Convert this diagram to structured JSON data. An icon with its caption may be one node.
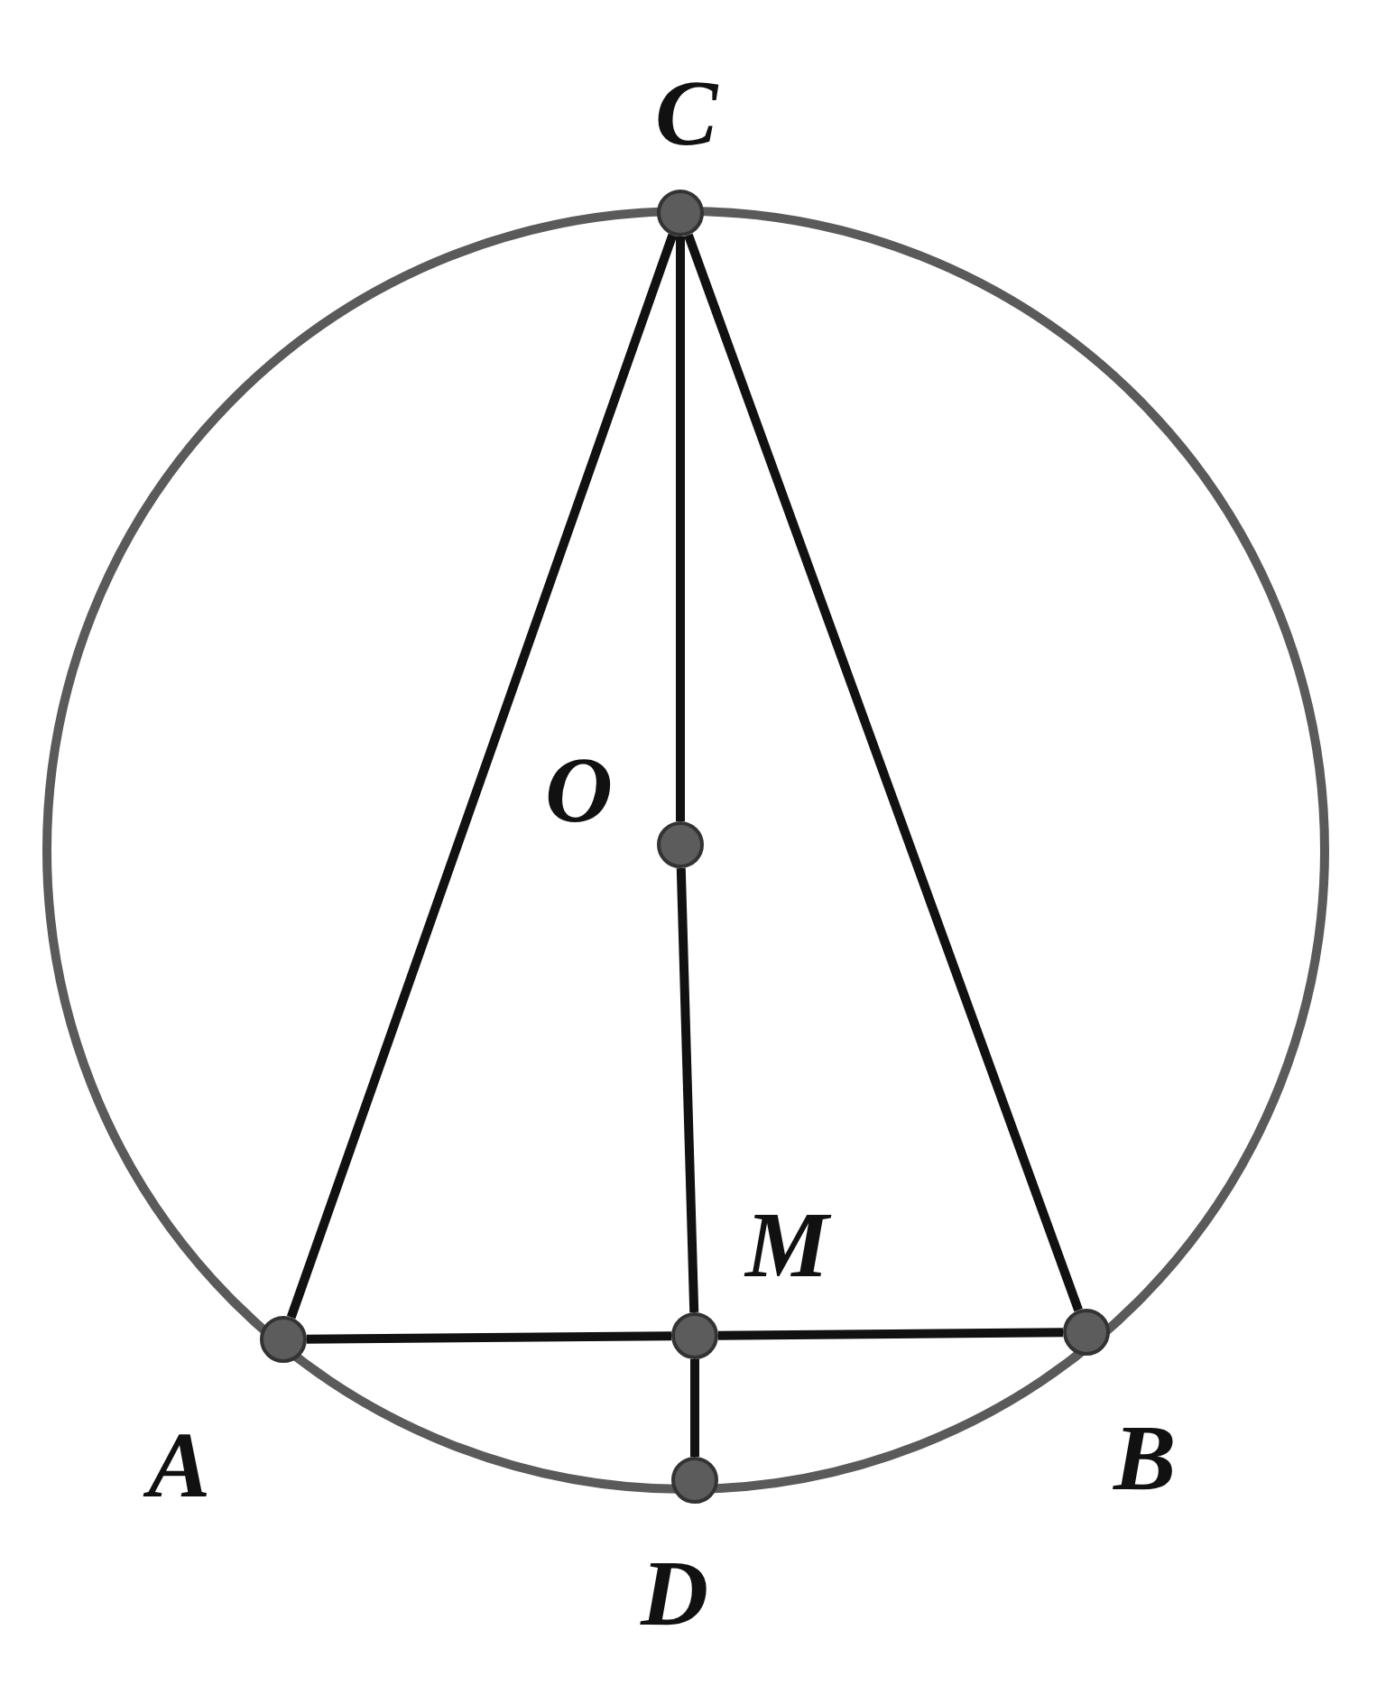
{
  "diagram": {
    "nodes": [
      {
        "text": [
          "C"
        ]
      },
      {
        "text": [
          "O"
        ]
      },
      {
        "text": [
          "M"
        ]
      },
      {
        "text": [
          "A"
        ]
      },
      {
        "text": [
          "B"
        ]
      },
      {
        "text": [
          "D"
        ]
      }
    ],
    "edges": [
      {
        "from": 0,
        "to": 1,
        "arrow": "none"
      },
      {
        "from": 1,
        "to": 2,
        "arrow": "none"
      },
      {
        "from": 2,
        "to": 5,
        "arrow": "none"
      },
      {
        "from": 0,
        "to": 3,
        "arrow": "none"
      },
      {
        "from": 0,
        "to": 4,
        "arrow": "none"
      },
      {
        "from": 3,
        "to": 2,
        "arrow": "none"
      },
      {
        "from": 2,
        "to": 4,
        "arrow": "none"
      }
    ]
  }
}
